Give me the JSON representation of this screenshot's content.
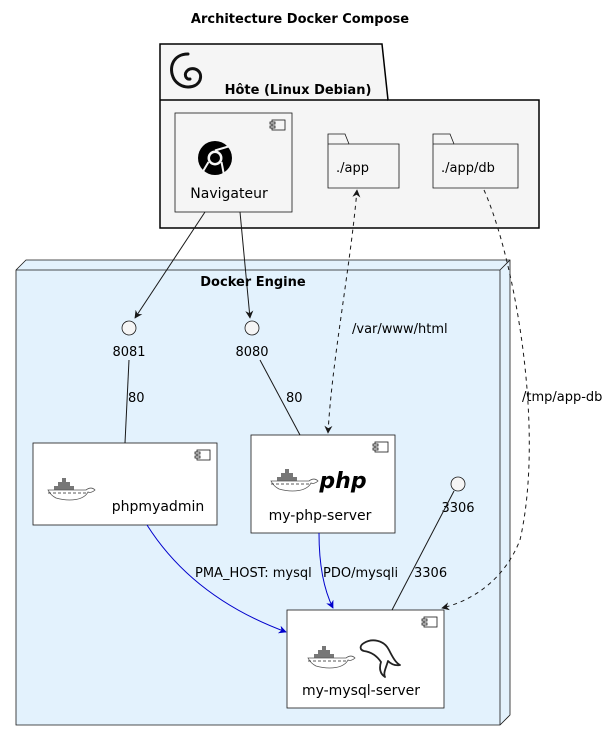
{
  "title": "Architecture Docker Compose",
  "host": {
    "label": "Hôte (Linux Debian)",
    "icon": "debian-swirl-icon",
    "browser": {
      "label": "Navigateur",
      "icon": "chrome-icon"
    },
    "folders": [
      {
        "id": "app",
        "label": "./app"
      },
      {
        "id": "appdb",
        "label": "./app/db"
      }
    ]
  },
  "engine": {
    "label": "Docker Engine",
    "ports": [
      {
        "id": "p8081",
        "label": "8081"
      },
      {
        "id": "p8080",
        "label": "8080"
      },
      {
        "id": "p3306",
        "label": "3306"
      }
    ],
    "containers": [
      {
        "id": "pma",
        "label": "phpmyadmin",
        "icons": [
          "docker-whale-icon"
        ]
      },
      {
        "id": "php",
        "label": "my-php-server",
        "icons": [
          "docker-whale-icon",
          "php-logo-icon"
        ]
      },
      {
        "id": "mysql",
        "label": "my-mysql-server",
        "icons": [
          "docker-whale-icon",
          "mysql-dolphin-icon"
        ]
      }
    ]
  },
  "edges": {
    "pma_port_label": "80",
    "php_port_label": "80",
    "app_volume_label": "/var/www/html",
    "db_volume_label": "/tmp/app-db",
    "mysql_port_label": "3306",
    "pma_mysql_label": "PMA_HOST: mysql",
    "php_mysql_label": "PDO/mysqli"
  },
  "colors": {
    "host_fill": "#f5f5f5",
    "engine_fill": "#e3f2fd",
    "link_blue": "#0000cc",
    "line": "#181818"
  }
}
